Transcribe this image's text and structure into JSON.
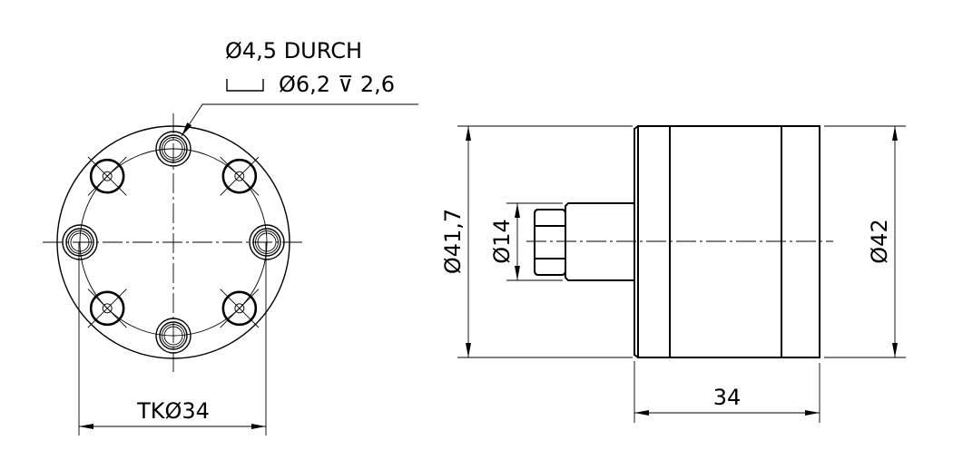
{
  "front_view": {
    "hole_note_line1": "Ø4,5 DURCH",
    "hole_note_line2": "Ø6,2 ⊽ 2,6",
    "bolt_circle_dim": "TKØ34"
  },
  "side_view": {
    "dim_outer_flange": "Ø41,7",
    "dim_fitting": "Ø14",
    "dim_body": "Ø42",
    "dim_length": "34"
  }
}
